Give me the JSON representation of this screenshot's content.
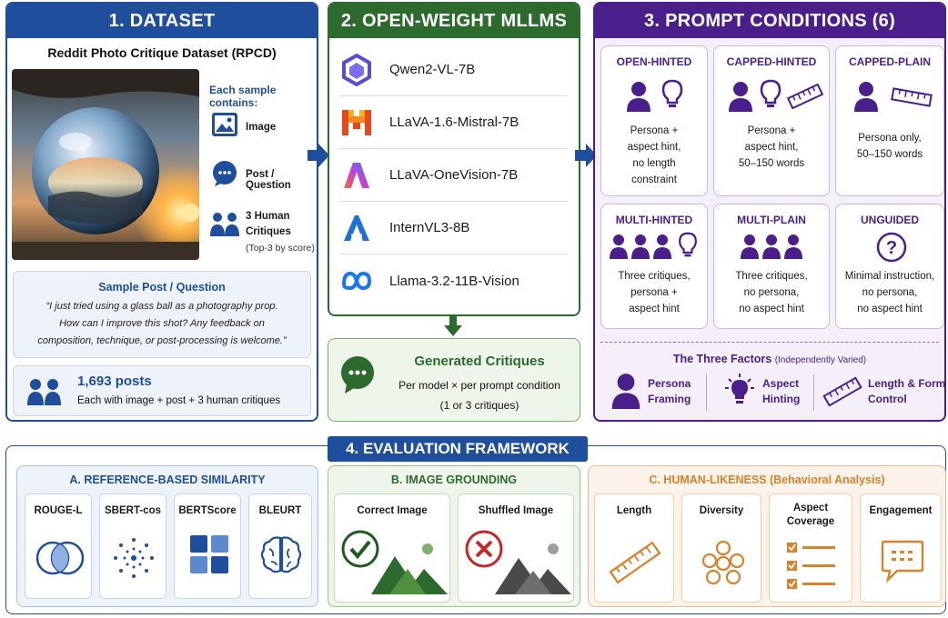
{
  "dataset": {
    "header": "1. DATASET",
    "title": "Reddit Photo Critique Dataset (RPCD)",
    "each_sample": "Each sample contains:",
    "item_image": "Image",
    "item_post": "Post / Question",
    "item_critiques_line1": "3 Human",
    "item_critiques_line2": "Critiques",
    "item_critiques_note": "(Top-3 by score)",
    "sample_title": "Sample Post / Question",
    "sample_line1": "“I just tried using a glass ball as a photography prop.",
    "sample_line2": "How can I improve this shot? Any feedback on",
    "sample_line3": "composition, technique, or post-processing is welcome.”",
    "posts_count": "1,693 posts",
    "posts_desc": "Each with image + post + 3 human critiques"
  },
  "models": {
    "header": "2. OPEN-WEIGHT MLLMS",
    "items": [
      {
        "name": "Qwen2-VL-7B",
        "icon": "qwen-logo-icon"
      },
      {
        "name": "LLaVA-1.6-Mistral-7B",
        "icon": "mistral-logo-icon"
      },
      {
        "name": "LLaVA-OneVision-7B",
        "icon": "onevision-logo-icon"
      },
      {
        "name": "InternVL3-8B",
        "icon": "internvl-logo-icon"
      },
      {
        "name": "Llama-3.2-11B-Vision",
        "icon": "meta-logo-icon"
      }
    ],
    "generated_title": "Generated Critiques",
    "generated_line1": "Per model × per prompt condition",
    "generated_line2": "(1 or 3 critiques)"
  },
  "prompts": {
    "header": "3. PROMPT CONDITIONS (6)",
    "cards": [
      {
        "title": "OPEN-HINTED",
        "lines": [
          "Persona +",
          "aspect hint,",
          "no length",
          "constraint"
        ]
      },
      {
        "title": "CAPPED-HINTED",
        "lines": [
          "Persona +",
          "aspect hint,",
          "50–150 words"
        ]
      },
      {
        "title": "CAPPED-PLAIN",
        "lines": [
          "Persona only,",
          "50–150 words"
        ]
      },
      {
        "title": "MULTI-HINTED",
        "lines": [
          "Three critiques,",
          "persona +",
          "aspect hint"
        ]
      },
      {
        "title": "MULTI-PLAIN",
        "lines": [
          "Three critiques,",
          "no persona,",
          "no aspect hint"
        ]
      },
      {
        "title": "UNGUIDED",
        "lines": [
          "Minimal instruction,",
          "no persona,",
          "no aspect hint"
        ]
      }
    ],
    "factors_title": "The Three Factors",
    "factors_note": "(Independently Varied)",
    "factors": [
      {
        "line1": "Persona",
        "line2": "Framing"
      },
      {
        "line1": "Aspect",
        "line2": "Hinting"
      },
      {
        "line1": "Length & Format",
        "line2": "Control"
      }
    ]
  },
  "evaluation": {
    "header": "4. EVALUATION FRAMEWORK",
    "a_title": "A. REFERENCE-BASED SIMILARITY",
    "a_items": [
      "ROUGE-L",
      "SBERT-cos",
      "BERTScore",
      "BLEURT"
    ],
    "b_title": "B. IMAGE GROUNDING",
    "b_items": [
      "Correct Image",
      "Shuffled Image"
    ],
    "c_title": "C. HUMAN-LIKENESS",
    "c_note": "(Behavioral Analysis)",
    "c_items": [
      "Length",
      "Diversity",
      "Aspect Coverage",
      "Engagement"
    ]
  },
  "colors": {
    "blue": "#1f4e9c",
    "green": "#2d6a2d",
    "purple": "#4a1f8c",
    "orange": "#d9822b"
  }
}
